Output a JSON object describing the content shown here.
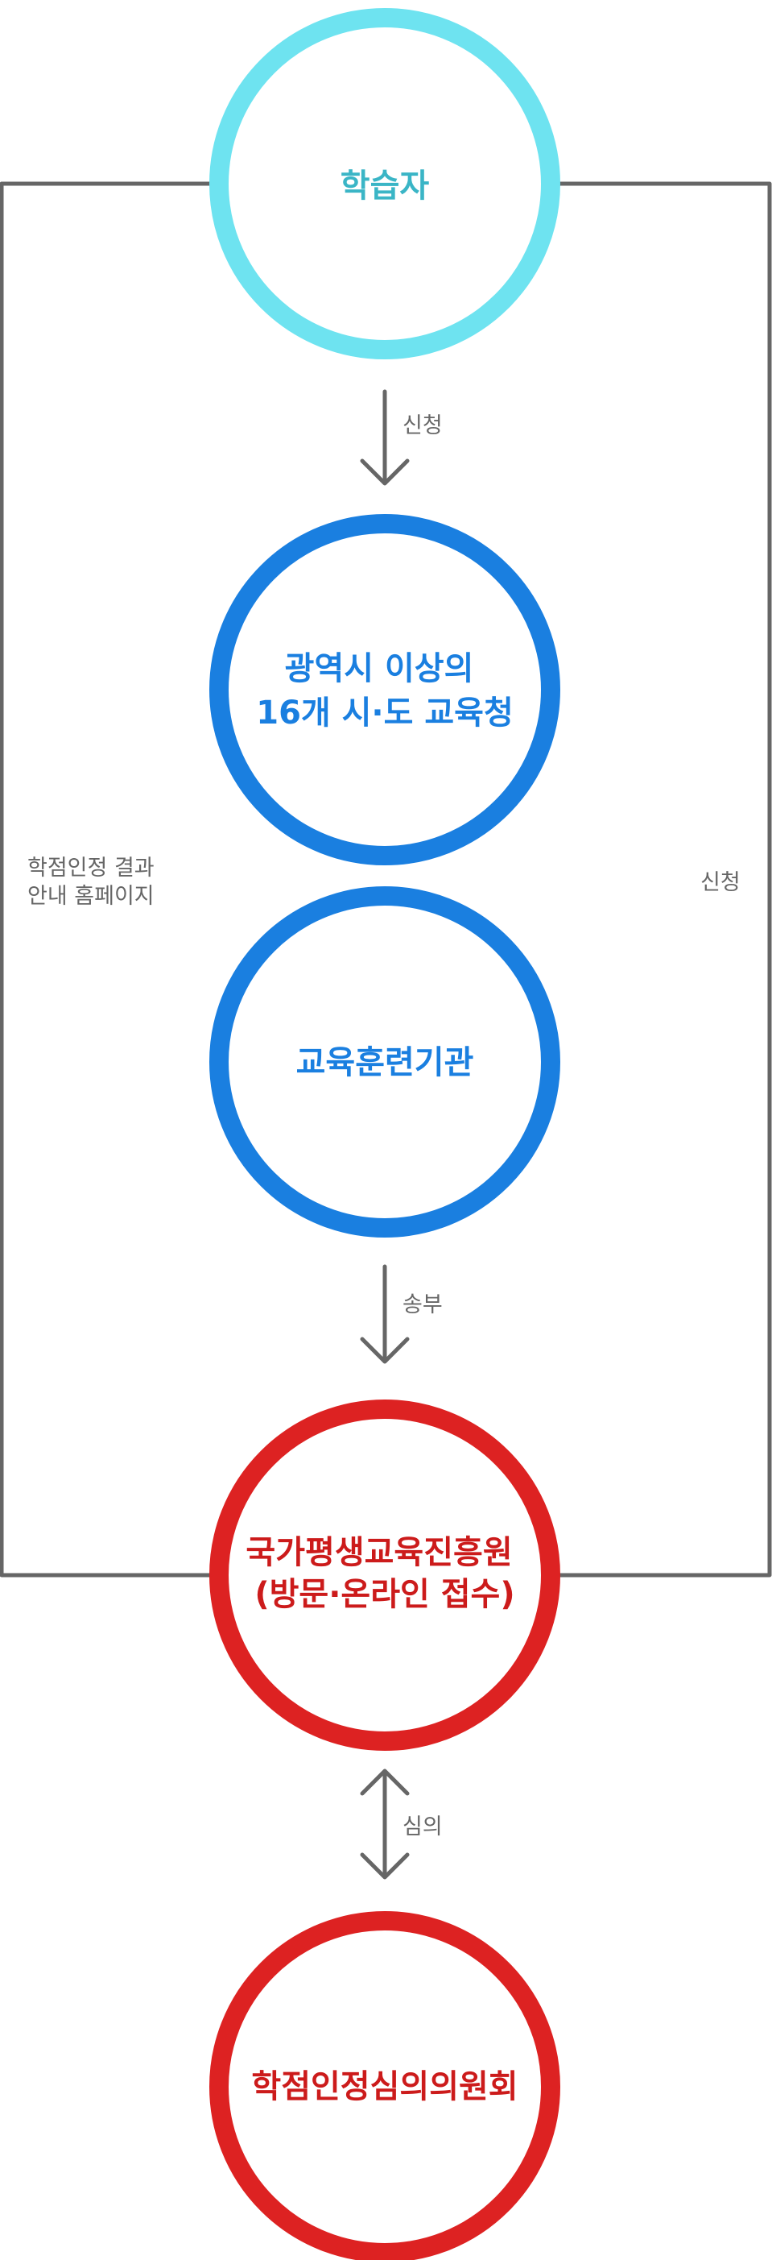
{
  "colors": {
    "learner": "#6ee3f0",
    "learner_text": "#3ab5c6",
    "office": "#1a7fe0",
    "office_text": "#1a7fe0",
    "nile": "#dd2222",
    "nile_text": "#cc1b1b",
    "arrow": "#666666"
  },
  "nodes": {
    "learner": {
      "label": "학습자",
      "icon": "circle-node"
    },
    "office": {
      "lines": [
        "광역시 이상의",
        "16개 시·도 교육청"
      ]
    },
    "institution": {
      "label": "교육훈련기관"
    },
    "nile": {
      "lines": [
        "국가평생교육진흥원",
        "(방문·온라인 접수)"
      ]
    },
    "committee": {
      "label": "학점인정심의의원회"
    }
  },
  "edges": {
    "apply_top": "신청",
    "send": "송부",
    "deliberate": "심의",
    "apply_right": "신청",
    "result_left": [
      "학점인정 결과",
      "안내 홈페이지"
    ]
  }
}
